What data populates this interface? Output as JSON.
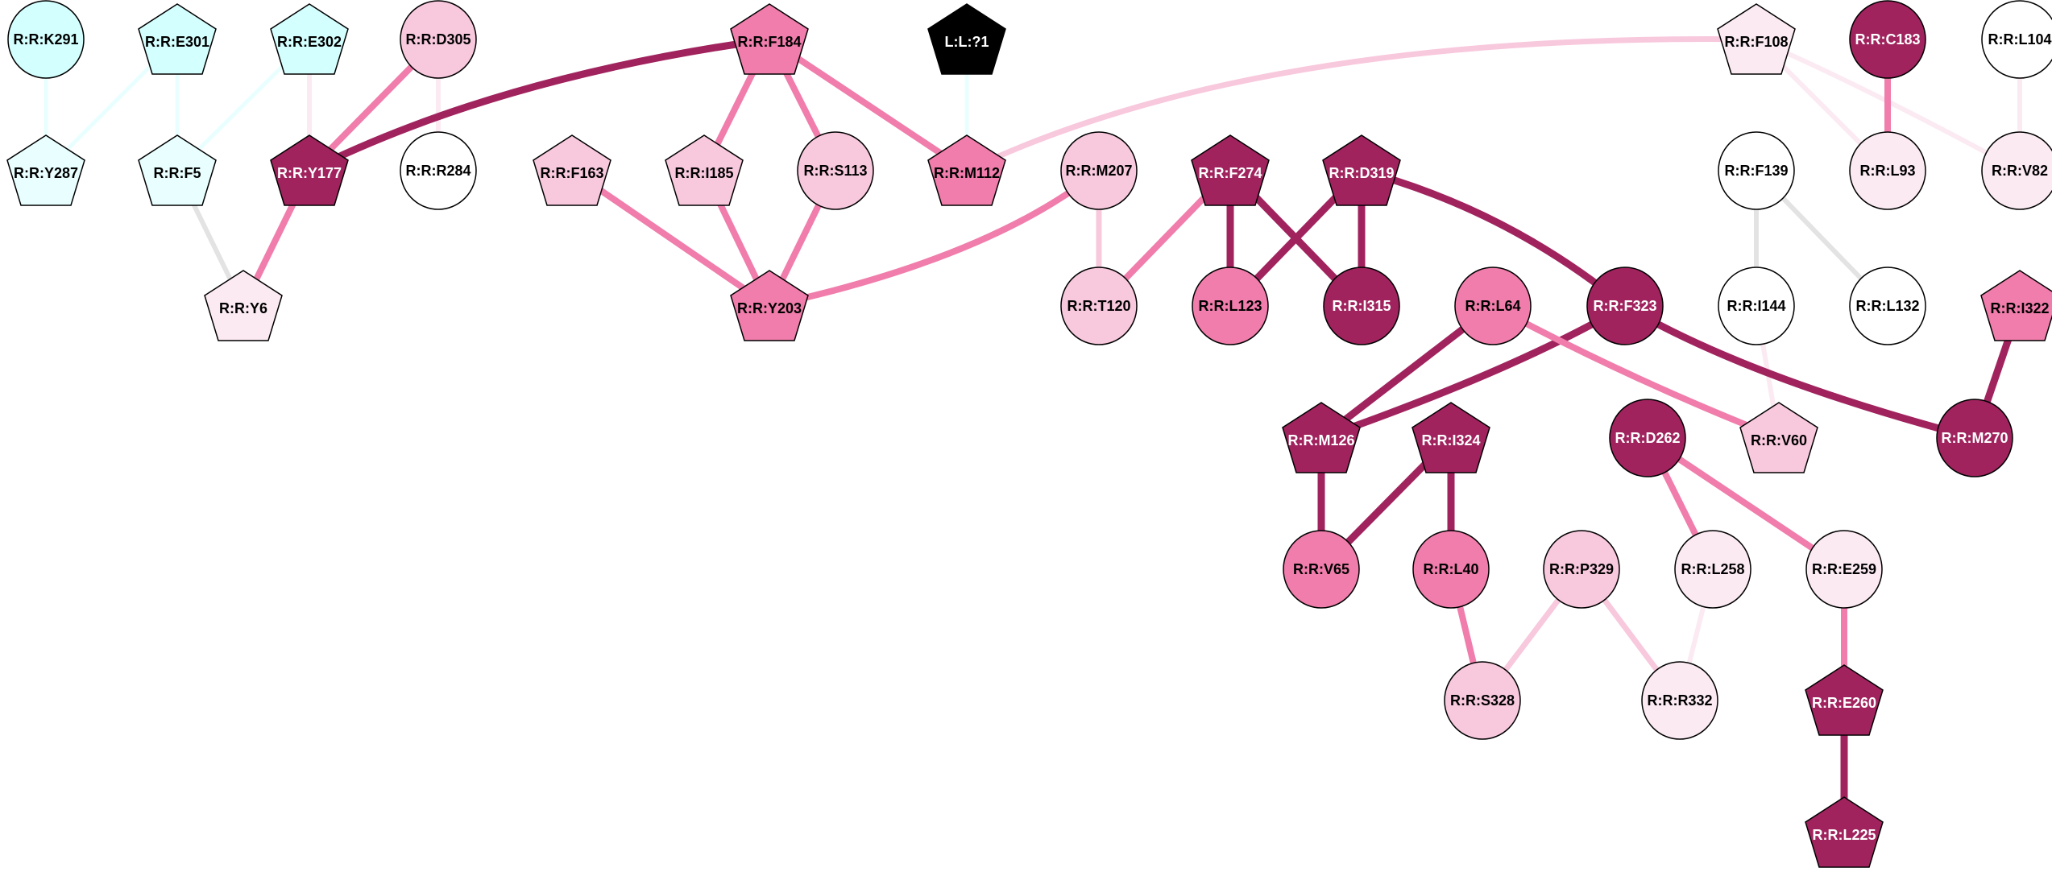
{
  "palette": {
    "dark": "#A0235E",
    "pink": "#F07DAB",
    "lightpink": "#F8C8DD",
    "verylight": "#FBEAF2",
    "white": "#FFFFFF",
    "cyan": "#D4FFFF",
    "palecyan": "#E9FFFF",
    "black": "#000000",
    "grey": "#E3E3E3"
  },
  "nodes": [
    {
      "id": "K291",
      "label": "R:R:K291",
      "shape": "ellipse",
      "fill": "cyan"
    },
    {
      "id": "E301",
      "label": "R:R:E301",
      "shape": "pentagon",
      "fill": "cyan"
    },
    {
      "id": "E302",
      "label": "R:R:E302",
      "shape": "pentagon",
      "fill": "cyan"
    },
    {
      "id": "D305",
      "label": "R:R:D305",
      "shape": "ellipse",
      "fill": "lightpink"
    },
    {
      "id": "F184",
      "label": "R:R:F184",
      "shape": "pentagon",
      "fill": "pink"
    },
    {
      "id": "L1",
      "label": "L:L:?1",
      "shape": "pentagon",
      "fill": "black"
    },
    {
      "id": "F108",
      "label": "R:R:F108",
      "shape": "pentagon",
      "fill": "verylight"
    },
    {
      "id": "C183",
      "label": "R:R:C183",
      "shape": "ellipse",
      "fill": "dark"
    },
    {
      "id": "L104",
      "label": "R:R:L104",
      "shape": "ellipse",
      "fill": "white"
    },
    {
      "id": "Y287",
      "label": "R:R:Y287",
      "shape": "pentagon",
      "fill": "palecyan"
    },
    {
      "id": "F5",
      "label": "R:R:F5",
      "shape": "pentagon",
      "fill": "palecyan"
    },
    {
      "id": "Y177",
      "label": "R:R:Y177",
      "shape": "pentagon",
      "fill": "dark"
    },
    {
      "id": "R284",
      "label": "R:R:R284",
      "shape": "ellipse",
      "fill": "white"
    },
    {
      "id": "F163",
      "label": "R:R:F163",
      "shape": "pentagon",
      "fill": "lightpink"
    },
    {
      "id": "I185",
      "label": "R:R:I185",
      "shape": "pentagon",
      "fill": "lightpink"
    },
    {
      "id": "S113",
      "label": "R:R:S113",
      "shape": "ellipse",
      "fill": "lightpink"
    },
    {
      "id": "M112",
      "label": "R:R:M112",
      "shape": "pentagon",
      "fill": "pink"
    },
    {
      "id": "M207",
      "label": "R:R:M207",
      "shape": "ellipse",
      "fill": "lightpink"
    },
    {
      "id": "F274",
      "label": "R:R:F274",
      "shape": "pentagon",
      "fill": "dark"
    },
    {
      "id": "D319",
      "label": "R:R:D319",
      "shape": "pentagon",
      "fill": "dark"
    },
    {
      "id": "F139",
      "label": "R:R:F139",
      "shape": "ellipse",
      "fill": "white"
    },
    {
      "id": "L93",
      "label": "R:R:L93",
      "shape": "ellipse",
      "fill": "verylight"
    },
    {
      "id": "V82",
      "label": "R:R:V82",
      "shape": "ellipse",
      "fill": "verylight"
    },
    {
      "id": "Y6",
      "label": "R:R:Y6",
      "shape": "pentagon",
      "fill": "verylight"
    },
    {
      "id": "Y203",
      "label": "R:R:Y203",
      "shape": "pentagon",
      "fill": "pink"
    },
    {
      "id": "T120",
      "label": "R:R:T120",
      "shape": "ellipse",
      "fill": "lightpink"
    },
    {
      "id": "L123",
      "label": "R:R:L123",
      "shape": "ellipse",
      "fill": "pink"
    },
    {
      "id": "I315",
      "label": "R:R:I315",
      "shape": "ellipse",
      "fill": "dark"
    },
    {
      "id": "L64",
      "label": "R:R:L64",
      "shape": "ellipse",
      "fill": "pink"
    },
    {
      "id": "F323",
      "label": "R:R:F323",
      "shape": "ellipse",
      "fill": "dark"
    },
    {
      "id": "I144",
      "label": "R:R:I144",
      "shape": "ellipse",
      "fill": "white"
    },
    {
      "id": "L132",
      "label": "R:R:L132",
      "shape": "ellipse",
      "fill": "white"
    },
    {
      "id": "I322",
      "label": "R:R:I322",
      "shape": "pentagon",
      "fill": "pink"
    },
    {
      "id": "M126",
      "label": "R:R:M126",
      "shape": "pentagon",
      "fill": "dark"
    },
    {
      "id": "I324",
      "label": "R:R:I324",
      "shape": "pentagon",
      "fill": "dark"
    },
    {
      "id": "D262",
      "label": "R:R:D262",
      "shape": "ellipse",
      "fill": "dark"
    },
    {
      "id": "V60",
      "label": "R:R:V60",
      "shape": "pentagon",
      "fill": "lightpink"
    },
    {
      "id": "M270",
      "label": "R:R:M270",
      "shape": "ellipse",
      "fill": "dark"
    },
    {
      "id": "V65",
      "label": "R:R:V65",
      "shape": "ellipse",
      "fill": "pink"
    },
    {
      "id": "L40",
      "label": "R:R:L40",
      "shape": "ellipse",
      "fill": "pink"
    },
    {
      "id": "P329",
      "label": "R:R:P329",
      "shape": "ellipse",
      "fill": "lightpink"
    },
    {
      "id": "L258",
      "label": "R:R:L258",
      "shape": "ellipse",
      "fill": "verylight"
    },
    {
      "id": "E259",
      "label": "R:R:E259",
      "shape": "ellipse",
      "fill": "verylight"
    },
    {
      "id": "S328",
      "label": "R:R:S328",
      "shape": "ellipse",
      "fill": "lightpink"
    },
    {
      "id": "R332",
      "label": "R:R:R332",
      "shape": "ellipse",
      "fill": "verylight"
    },
    {
      "id": "E260",
      "label": "R:R:E260",
      "shape": "pentagon",
      "fill": "dark"
    },
    {
      "id": "L225",
      "label": "R:R:L225",
      "shape": "pentagon",
      "fill": "dark"
    }
  ],
  "edges": [
    {
      "source": "K291",
      "target": "Y287",
      "color": "palecyan"
    },
    {
      "source": "E301",
      "target": "Y287",
      "color": "palecyan"
    },
    {
      "source": "E301",
      "target": "F5",
      "color": "palecyan"
    },
    {
      "source": "E302",
      "target": "F5",
      "color": "palecyan"
    },
    {
      "source": "E302",
      "target": "Y177",
      "color": "verylight"
    },
    {
      "source": "D305",
      "target": "Y177",
      "color": "pink"
    },
    {
      "source": "D305",
      "target": "R284",
      "color": "verylight"
    },
    {
      "source": "F184",
      "target": "Y177",
      "color": "dark"
    },
    {
      "source": "F5",
      "target": "Y6",
      "color": "grey"
    },
    {
      "source": "Y177",
      "target": "Y6",
      "color": "pink"
    },
    {
      "source": "F184",
      "target": "I185",
      "color": "pink"
    },
    {
      "source": "F184",
      "target": "S113",
      "color": "pink"
    },
    {
      "source": "F184",
      "target": "M112",
      "color": "pink"
    },
    {
      "source": "L1",
      "target": "M112",
      "color": "palecyan"
    },
    {
      "source": "F108",
      "target": "M112",
      "color": "lightpink"
    },
    {
      "source": "F163",
      "target": "Y203",
      "color": "pink"
    },
    {
      "source": "I185",
      "target": "Y203",
      "color": "pink"
    },
    {
      "source": "S113",
      "target": "Y203",
      "color": "pink"
    },
    {
      "source": "M207",
      "target": "Y203",
      "color": "pink"
    },
    {
      "source": "M207",
      "target": "T120",
      "color": "lightpink"
    },
    {
      "source": "F274",
      "target": "T120",
      "color": "pink"
    },
    {
      "source": "F274",
      "target": "L123",
      "color": "dark"
    },
    {
      "source": "F274",
      "target": "I315",
      "color": "dark"
    },
    {
      "source": "D319",
      "target": "L123",
      "color": "dark"
    },
    {
      "source": "D319",
      "target": "I315",
      "color": "dark"
    },
    {
      "source": "D319",
      "target": "F323",
      "color": "dark"
    },
    {
      "source": "F108",
      "target": "L93",
      "color": "verylight"
    },
    {
      "source": "F108",
      "target": "V82",
      "color": "verylight"
    },
    {
      "source": "C183",
      "target": "L93",
      "color": "pink"
    },
    {
      "source": "L104",
      "target": "V82",
      "color": "verylight"
    },
    {
      "source": "F139",
      "target": "I144",
      "color": "grey"
    },
    {
      "source": "F139",
      "target": "L132",
      "color": "grey"
    },
    {
      "source": "L64",
      "target": "M126",
      "color": "dark"
    },
    {
      "source": "F323",
      "target": "M126",
      "color": "dark"
    },
    {
      "source": "L64",
      "target": "V60",
      "color": "pink"
    },
    {
      "source": "I144",
      "target": "V60",
      "color": "verylight"
    },
    {
      "source": "F323",
      "target": "M270",
      "color": "dark"
    },
    {
      "source": "I322",
      "target": "M270",
      "color": "dark"
    },
    {
      "source": "M126",
      "target": "V65",
      "color": "dark"
    },
    {
      "source": "I324",
      "target": "V65",
      "color": "dark"
    },
    {
      "source": "I324",
      "target": "L40",
      "color": "dark"
    },
    {
      "source": "D262",
      "target": "L258",
      "color": "pink"
    },
    {
      "source": "D262",
      "target": "E259",
      "color": "pink"
    },
    {
      "source": "L40",
      "target": "S328",
      "color": "pink"
    },
    {
      "source": "P329",
      "target": "S328",
      "color": "lightpink"
    },
    {
      "source": "P329",
      "target": "R332",
      "color": "lightpink"
    },
    {
      "source": "L258",
      "target": "R332",
      "color": "verylight"
    },
    {
      "source": "E259",
      "target": "E260",
      "color": "pink"
    },
    {
      "source": "E260",
      "target": "L225",
      "color": "dark"
    }
  ]
}
